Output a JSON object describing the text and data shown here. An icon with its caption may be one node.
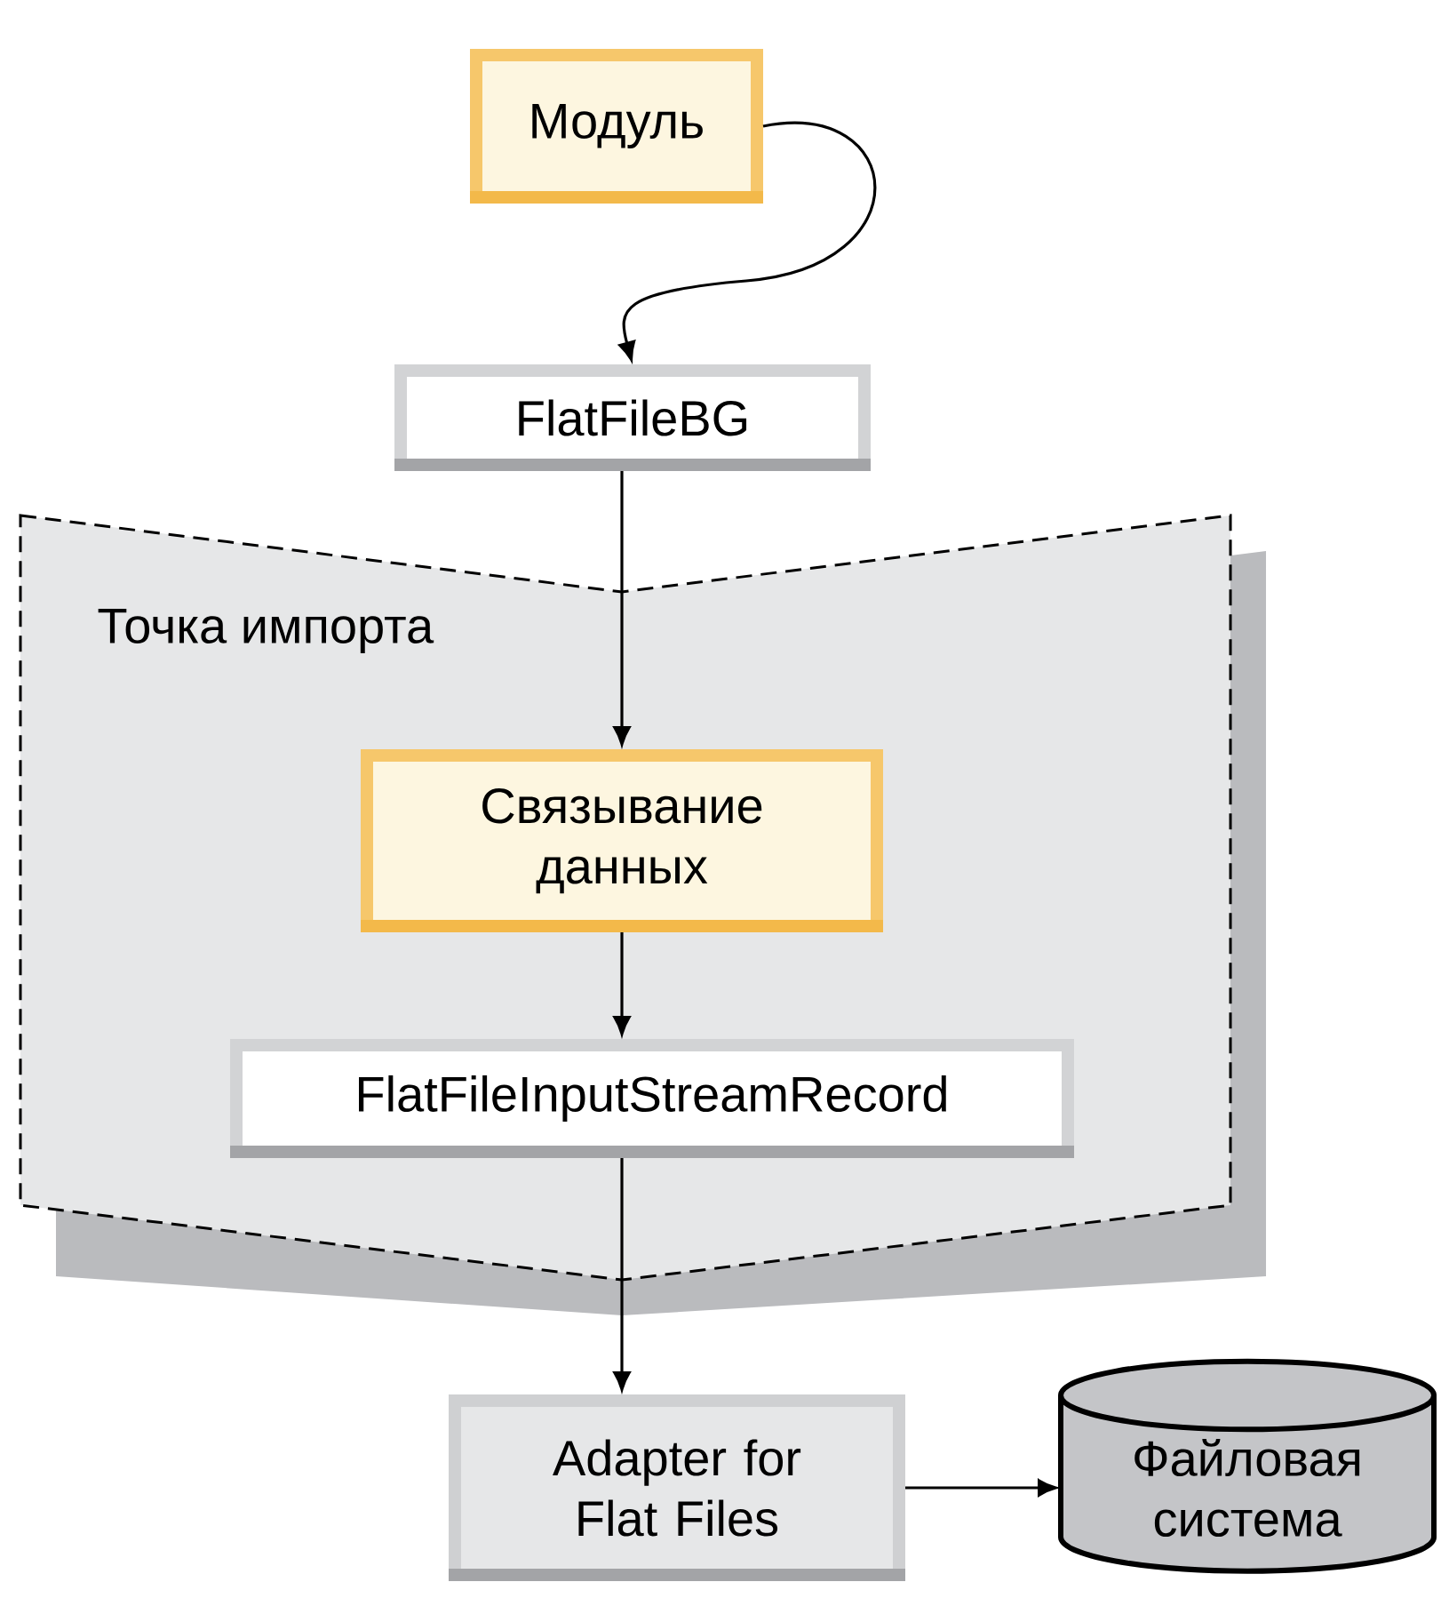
{
  "diagram": {
    "nodes": [
      {
        "text": [
          "Модуль"
        ]
      },
      {
        "text": [
          "FlatFileBG"
        ]
      },
      {
        "text": [
          "Точка импорта"
        ]
      },
      {
        "text": [
          "Связывание данных"
        ],
        "in": 2
      },
      {
        "text": [
          "FlatFileInputStreamRecord"
        ],
        "in": 2
      },
      {
        "text": [
          "Adapter for Flat Files"
        ]
      },
      {
        "text": [
          "Файловая система"
        ]
      }
    ],
    "edges": [
      {
        "from": 0,
        "to": 1,
        "arrow": "to"
      },
      {
        "from": 1,
        "to": 3,
        "arrow": "to"
      },
      {
        "from": 3,
        "to": 4,
        "arrow": "to"
      },
      {
        "from": 4,
        "to": 5,
        "arrow": "to"
      },
      {
        "from": 5,
        "to": 6,
        "arrow": "to"
      }
    ]
  }
}
